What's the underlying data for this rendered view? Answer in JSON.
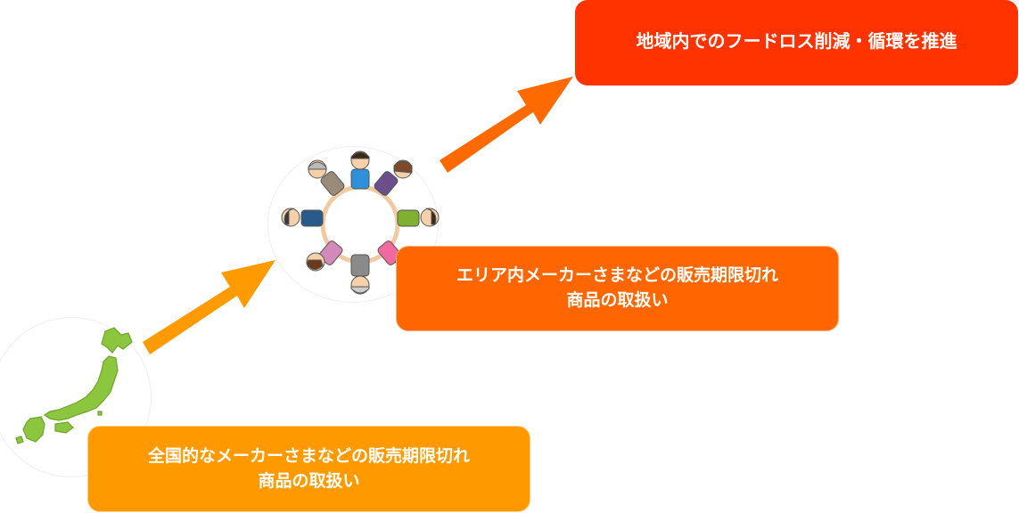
{
  "colors": {
    "top_box": "#ff3300",
    "middle_box": "#ff6600",
    "bottom_box": "#ff9900",
    "arrow_dark": "#ff6600",
    "arrow_light": "#ff9900",
    "map_green": "#8cc63f"
  },
  "boxes": {
    "top": {
      "line1": "地域内でのフードロス削減・循環を推進"
    },
    "middle": {
      "line1": "エリア内メーカーさまなどの販売期限切れ",
      "line2": "商品の取扱い"
    },
    "bottom": {
      "line1": "全国的なメーカーさまなどの販売期限切れ",
      "line2": "商品の取扱い"
    }
  },
  "icons": {
    "japan_map": "japan-map-icon",
    "people_circle": "people-circle-icon",
    "arrow": "arrow-icon"
  }
}
